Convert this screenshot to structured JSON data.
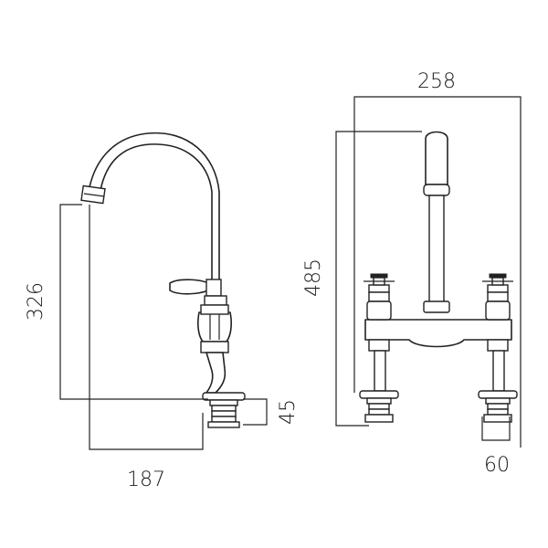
{
  "dimensions": {
    "side_height": "326",
    "side_width": "187",
    "side_base": "45",
    "front_width": "258",
    "front_height": "485",
    "front_base": "60"
  }
}
